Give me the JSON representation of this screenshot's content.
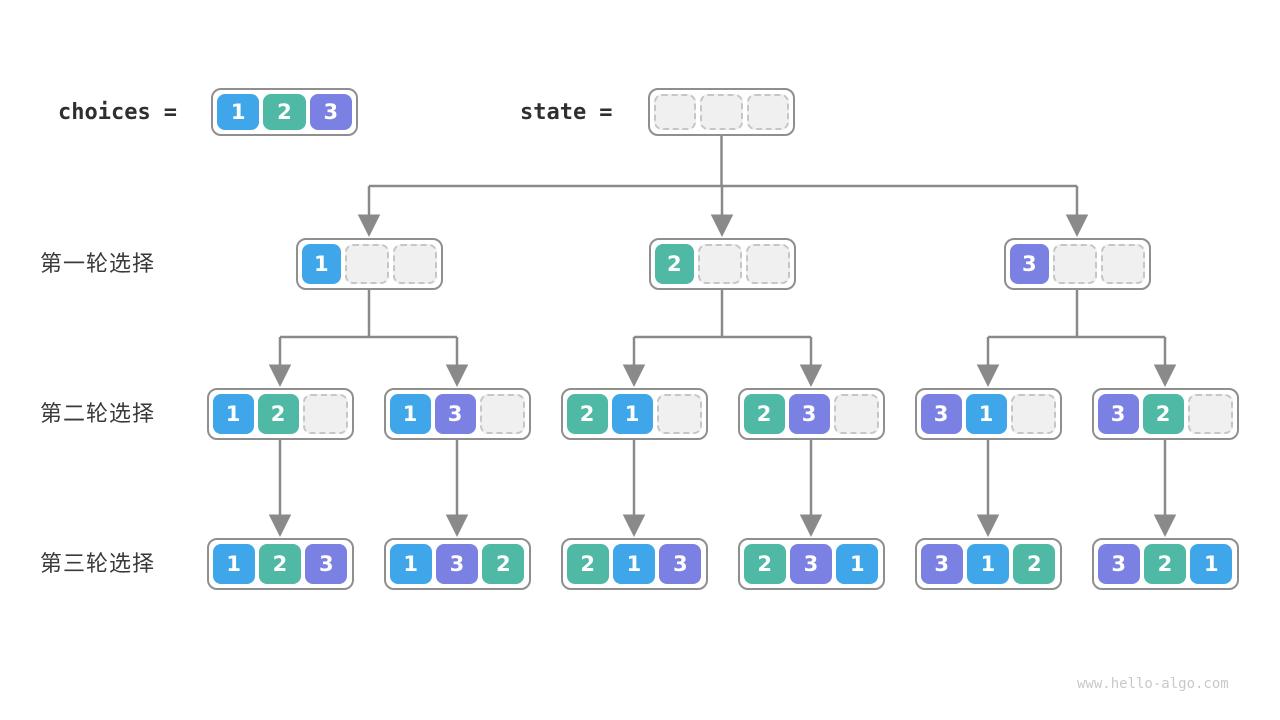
{
  "header": {
    "choices_label": "choices",
    "state_label": "state",
    "equals": "=",
    "choices_values": [
      1,
      2,
      3
    ],
    "state_values": [
      null,
      null,
      null
    ]
  },
  "rows": [
    {
      "label": "第一轮选择",
      "boxes": [
        [
          1,
          null,
          null
        ],
        [
          2,
          null,
          null
        ],
        [
          3,
          null,
          null
        ]
      ]
    },
    {
      "label": "第二轮选择",
      "boxes": [
        [
          1,
          2,
          null
        ],
        [
          1,
          3,
          null
        ],
        [
          2,
          1,
          null
        ],
        [
          2,
          3,
          null
        ],
        [
          3,
          1,
          null
        ],
        [
          3,
          2,
          null
        ]
      ]
    },
    {
      "label": "第三轮选择",
      "boxes": [
        [
          1,
          2,
          3
        ],
        [
          1,
          3,
          2
        ],
        [
          2,
          1,
          3
        ],
        [
          2,
          3,
          1
        ],
        [
          3,
          1,
          2
        ],
        [
          3,
          2,
          1
        ]
      ]
    }
  ],
  "edges": {
    "root_to_level1": [
      0,
      1,
      2
    ],
    "level1_to_level2": [
      [
        0,
        1
      ],
      [
        2,
        3
      ],
      [
        4,
        5
      ]
    ],
    "level2_to_level3": [
      0,
      1,
      2,
      3,
      4,
      5
    ]
  },
  "colors": {
    "v1": "#3fa7e9",
    "v2": "#4fb9a5",
    "v3": "#7b81e2",
    "empty_fill": "#f0f0f0",
    "empty_border": "#c6c6c6",
    "box_border": "#8f8f8f",
    "connector": "#8a8a8a",
    "label_text": "#3a3a3a"
  },
  "watermark": "www.hello-algo.com"
}
